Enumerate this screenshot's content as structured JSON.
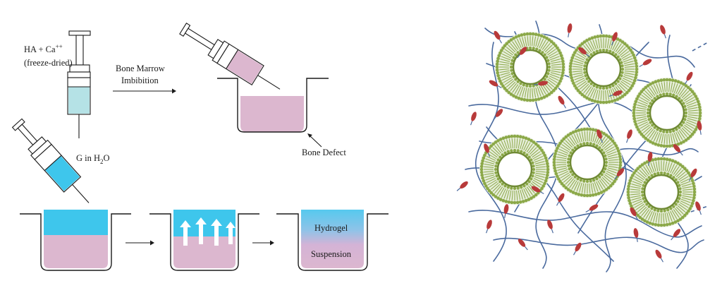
{
  "labels": {
    "ha_ca_main": "HA + Ca",
    "ha_ca_sup": "++",
    "freeze_dried": "(freeze-dried)",
    "bone_marrow": "Bone Marrow",
    "imbibition": "Imbibition",
    "g_in_prefix": "G in H",
    "g_in_sub": "2",
    "g_in_suffix": "O",
    "bone_defect": "Bone Defect",
    "hydrogel": "Hydrogel",
    "suspension": "Suspension"
  },
  "colors": {
    "pink": "#dcb7cf",
    "cyan": "#3ec6ec",
    "light_cyan": "#b5e2e6",
    "outline": "#1a1a1a",
    "vesicle_green": "#8ba848",
    "vesicle_dark": "#6f8a34",
    "polymer_blue": "#4a6a9e",
    "ligand_red": "#b83a3a"
  },
  "icons": {
    "syringe_icon": "syringe",
    "arrow_icon": "right-arrow",
    "vesicle_icon": "liposome",
    "up_arrow_icon": "up-arrow"
  }
}
